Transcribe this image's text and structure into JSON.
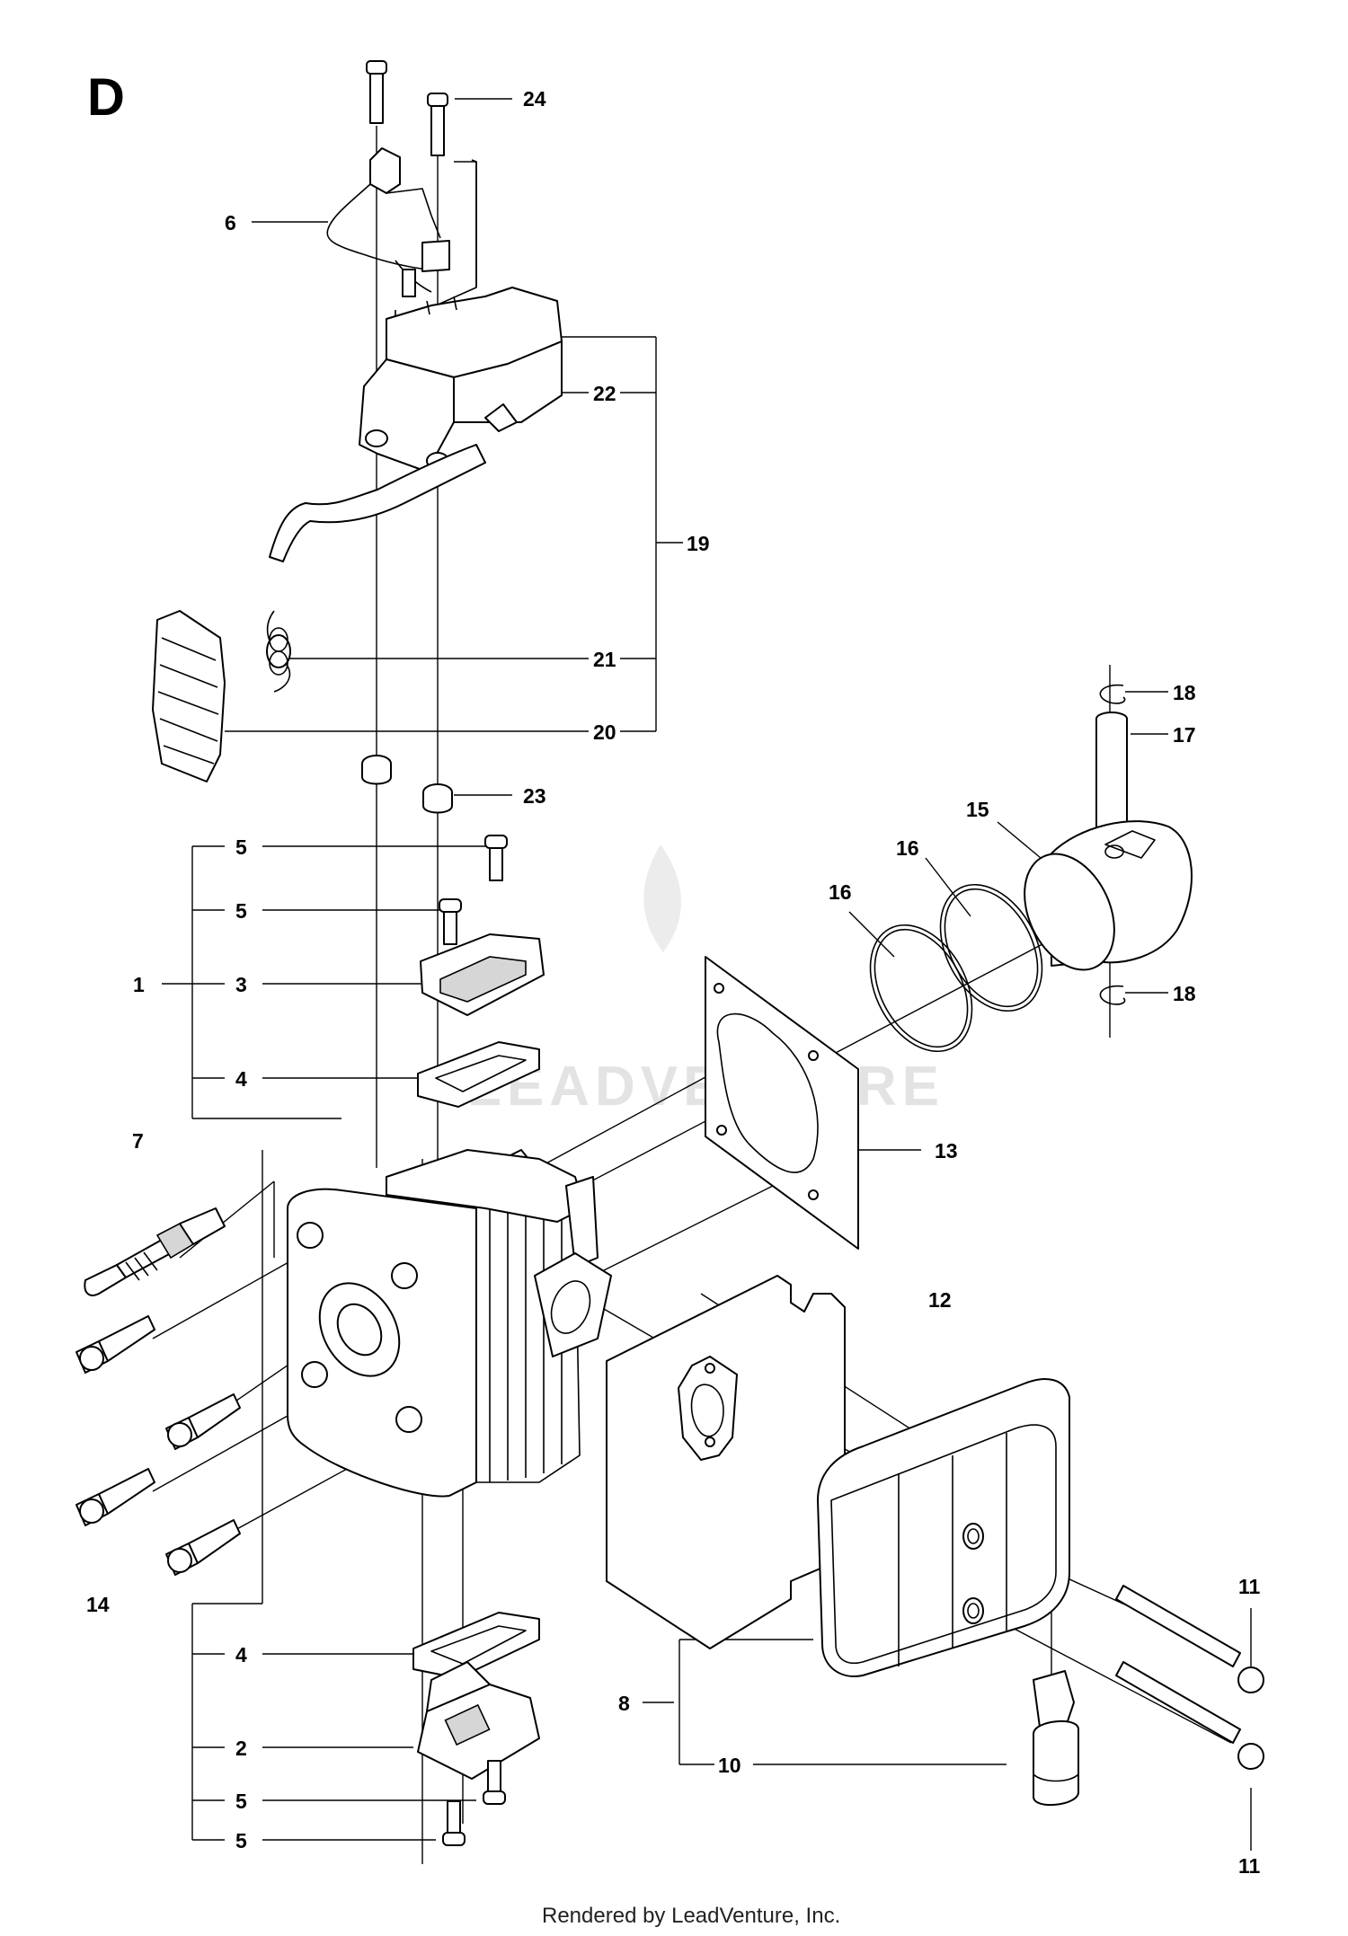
{
  "section": "D",
  "footer": "Rendered by LeadVenture, Inc.",
  "watermark": "LEADVENTURE",
  "labels": {
    "l24": "24",
    "l6": "6",
    "l22": "22",
    "l19": "19",
    "l21": "21",
    "l20": "20",
    "l23": "23",
    "l18a": "18",
    "l17": "17",
    "l15": "15",
    "l16a": "16",
    "l16b": "16",
    "l18b": "18",
    "l5a": "5",
    "l5b": "5",
    "l1": "1",
    "l3": "3",
    "l4a": "4",
    "l7": "7",
    "l13": "13",
    "l12": "12",
    "l14": "14",
    "l11a": "11",
    "l4b": "4",
    "l8": "8",
    "l2": "2",
    "l10": "10",
    "l5c": "5",
    "l5d": "5",
    "l11b": "11"
  }
}
